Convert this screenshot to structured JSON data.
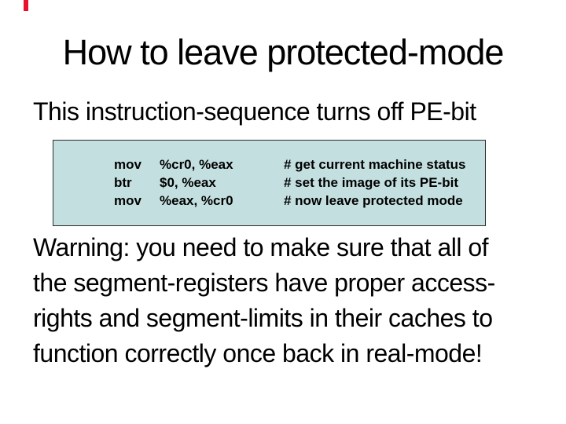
{
  "slide": {
    "accent_color": "#e8112d",
    "title": "How to leave protected-mode",
    "subtitle": "This instruction-sequence turns off PE-bit",
    "code_box": {
      "bg_color": "#c4dfe0",
      "lines": [
        {
          "mnemonic": "mov",
          "operands": "%cr0, %eax",
          "comment": "# get current machine status"
        },
        {
          "mnemonic": "btr",
          "operands": "$0, %eax",
          "comment": "# set the image of its PE-bit"
        },
        {
          "mnemonic": "mov",
          "operands": "%eax, %cr0",
          "comment": "# now leave protected mode"
        }
      ]
    },
    "warning_lines": [
      "Warning: you need to make sure that all of",
      "the segment-registers have proper access-",
      "rights and segment-limits in their caches to",
      "function correctly once back in real-mode!"
    ]
  }
}
